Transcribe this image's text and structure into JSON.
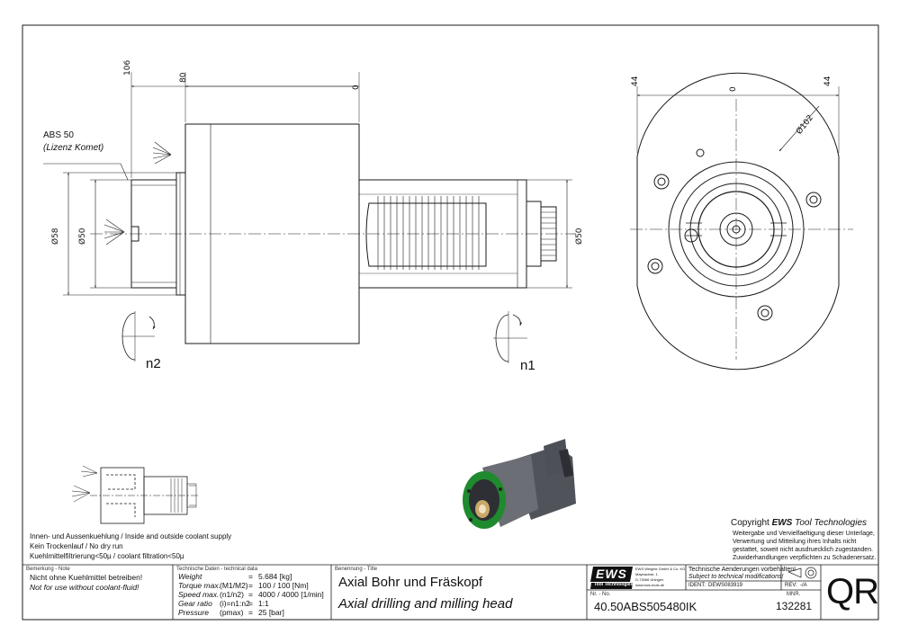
{
  "drawing": {
    "side_view": {
      "dims_top": [
        "106",
        "80",
        "0"
      ],
      "dim_left_outer": "Ø58",
      "dim_left_inner": "Ø50",
      "dim_right": "Ø50",
      "label_n2": "n2",
      "label_n1": "n1",
      "abs_label": "ABS 50",
      "abs_license": "(Lizenz Komet)"
    },
    "front_view": {
      "dims_top": [
        "44",
        "0",
        "44"
      ],
      "dim_diameter": "Ø102"
    }
  },
  "coolant_notes": [
    "Innen- und Aussenkuehlung / Inside and outside coolant supply",
    "Kein Trockenlauf / No dry run",
    "Kuehlmittelfiltrierung<50µ / coolant filtration<50µ"
  ],
  "copyright": {
    "title_prefix": "Copyright ",
    "title_brand": "EWS",
    "title_suffix": " Tool Technologies",
    "lines": [
      "Weitergabe und Vervielfaeltigung dieser Unterlage,",
      "Verwertung und Mitteilung ihres Inhalts nicht",
      "gestattet, soweit nicht ausdruecklich zugestanden.",
      "Zuwiderhandlungen verpflichten zu Schadenersatz."
    ]
  },
  "title_block": {
    "remark_caption": "Bemerkung - Note",
    "remark_de": "Nicht ohne Kuehlmittel betreiben!",
    "remark_en": "Not for use without coolant-fluid!",
    "tech_caption": "Technische Daten - technical data",
    "tech_rows": [
      {
        "label": "Weight",
        "symbol": "",
        "eq": "=",
        "value": "5.684 [kg]"
      },
      {
        "label": "Torque max.",
        "symbol": "(M1/M2)",
        "eq": "=",
        "value": "100 / 100 [Nm]"
      },
      {
        "label": "Speed max.",
        "symbol": "(n1/n2)",
        "eq": "=",
        "value": "4000 / 4000 [1/min]"
      },
      {
        "label": "Gear ratio",
        "symbol": "(i)=n1:n2",
        "eq": "=",
        "value": "1:1"
      },
      {
        "label": "Pressure",
        "symbol": "(pmax)",
        "eq": "=",
        "value": "25 [bar]"
      }
    ],
    "title_caption": "Benennung - Title",
    "title_de": "Axial Bohr und Fräskopf",
    "title_en": "Axial drilling and milling head",
    "logo_text": "EWS",
    "logo_sub": "Tool Technologies",
    "company_lines": [
      "EWS Weigele GmbH & Co. KG",
      "Maybachstr. 1",
      "D-73066 Uhingen",
      "www.ews-tools.de"
    ],
    "change_de": "Technische Aenderungen vorbehalten!",
    "change_en": "Subject to technical modifications!",
    "ident_label": "IDENT:",
    "ident_value": "DEWS083919",
    "rev_label": "REV:",
    "rev_value": "-/A",
    "nr_caption": "Nr. - No.",
    "part_number": "40.50ABS505480IK",
    "mnr_caption": "MNR.",
    "mnr_value": "132281",
    "qr_text": "QR"
  },
  "colors": {
    "line": "#1a1a1a",
    "model_green": "#1f8a2e",
    "model_grey": "#6b6e74",
    "logo_black": "#111111"
  }
}
